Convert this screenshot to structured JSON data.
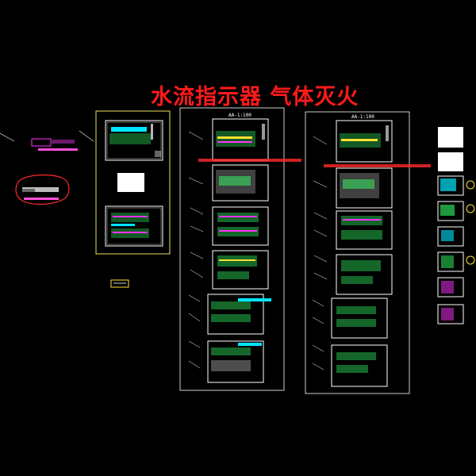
{
  "drawing": {
    "title": "水流指示器 气体灭火",
    "center_column_label": "AA-1:100",
    "right_column_label": "AA-1:100",
    "red_note_center": "……",
    "red_note_right": "……",
    "pink_label": "……",
    "red_cloud_label": "……"
  },
  "colors": {
    "background": "#000000",
    "title": "#ff1a1a",
    "frame": "#ffffff",
    "highlight_frame": "#f0e060",
    "cyan": "#00e5ff",
    "green": "#33ff66",
    "magenta": "#ff33ff",
    "yellow": "#ffe033",
    "red": "#ff2a2a"
  }
}
